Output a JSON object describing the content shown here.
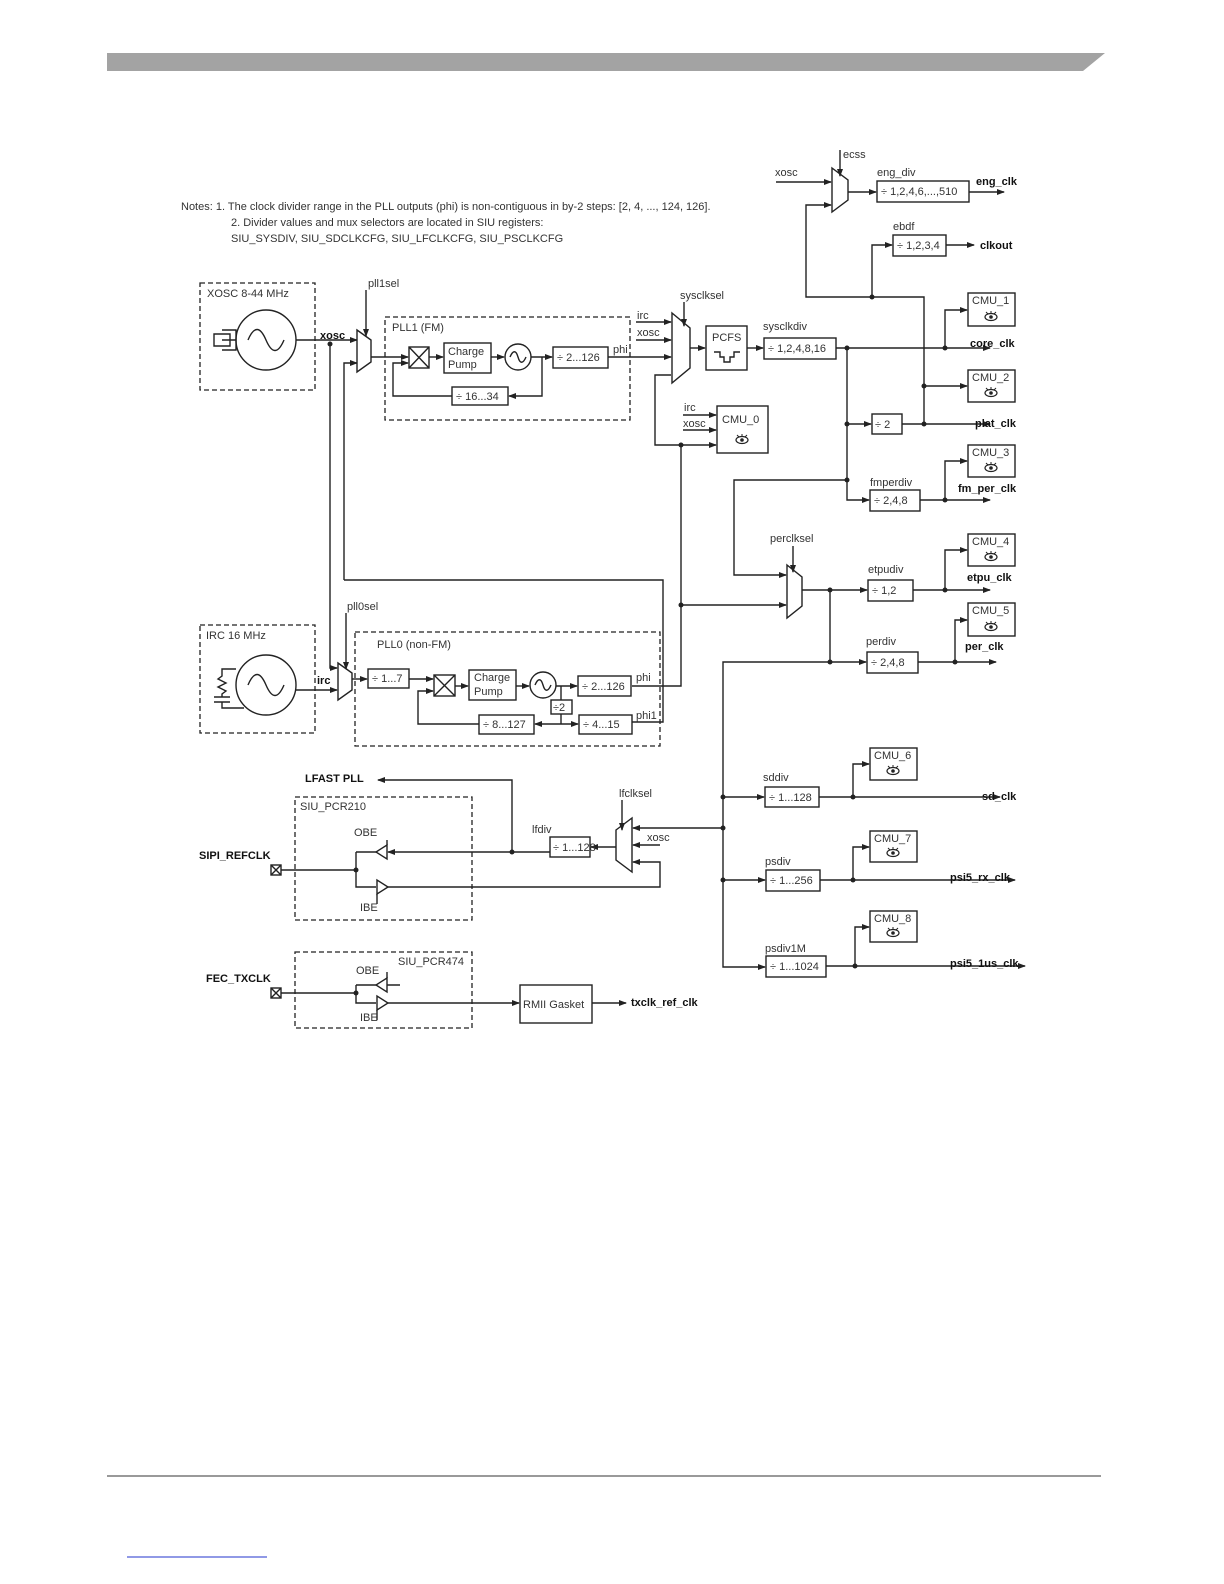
{
  "notes": {
    "line1": "Notes: 1. The clock divider range in the PLL outputs (phi) is non-contiguous in by-2 steps: [2, 4, ..., 124, 126].",
    "line2": "2. Divider values and mux selectors are located in SIU registers:",
    "line3": "SIU_SYSDIV, SIU_SDCLKCFG, SIU_LFCLKCFG, SIU_PSCLKCFG"
  },
  "sources": {
    "xosc_title": "XOSC 8-44 MHz",
    "irc_title": "IRC 16 MHz",
    "xosc": "xosc",
    "irc": "irc"
  },
  "pll1": {
    "title": "PLL1 (FM)",
    "sel": "pll1sel",
    "cp1": "Charge",
    "cp2": "Pump",
    "div": "÷ 2...126",
    "fb": "÷ 16...34",
    "phi": "phi"
  },
  "pll0": {
    "title": "PLL0 (non-FM)",
    "sel": "pll0sel",
    "pre": "÷ 1...7",
    "cp1": "Charge",
    "cp2": "Pump",
    "div": "÷ 2...126",
    "div2": "÷2",
    "fb": "÷ 8...127",
    "div1": "÷ 4...15",
    "phi": "phi",
    "phi1": "phi1"
  },
  "sys": {
    "sel": "sysclksel",
    "irc": "irc",
    "xosc": "xosc",
    "pcfs": "PCFS",
    "div_label": "sysclkdiv",
    "div": "÷ 1,2,4,8,16",
    "plat_div": "÷ 2",
    "fm_label": "fmperdiv",
    "fm_div": "÷ 2,4,8"
  },
  "eng": {
    "sel": "ecss",
    "xosc": "xosc",
    "div_label": "eng_div",
    "div": "÷ 1,2,4,6,...,510",
    "ebdf_label": "ebdf",
    "ebdf": "÷ 1,2,3,4"
  },
  "per": {
    "sel": "perclksel",
    "etpu_label": "etpudiv",
    "etpu_div": "÷ 1,2",
    "per_label": "perdiv",
    "per_div": "÷ 2,4,8",
    "sd_label": "sddiv",
    "sd_div": "÷ 1...128",
    "ps_label": "psdiv",
    "ps_div": "÷ 1...256",
    "ps1m_label": "psdiv1M",
    "ps1m_div": "÷ 1...1024"
  },
  "cmu": {
    "c0": "CMU_0",
    "c0_irc": "irc",
    "c0_xosc": "xosc",
    "c1": "CMU_1",
    "c2": "CMU_2",
    "c3": "CMU_3",
    "c4": "CMU_4",
    "c5": "CMU_5",
    "c6": "CMU_6",
    "c7": "CMU_7",
    "c8": "CMU_8"
  },
  "outputs": {
    "eng_clk": "eng_clk",
    "clkout": "clkout",
    "core_clk": "core_clk",
    "plat_clk": "plat_clk",
    "fm_per_clk": "fm_per_clk",
    "etpu_clk": "etpu_clk",
    "per_clk": "per_clk",
    "sd_clk": "sd_clk",
    "psi5_rx_clk": "psi5_rx_clk",
    "psi5_1us_clk": "psi5_1us_clk",
    "txclk_ref_clk": "txclk_ref_clk",
    "lfast_pll": "LFAST PLL"
  },
  "lfast": {
    "sel": "lfclksel",
    "xosc": "xosc",
    "div_label": "lfdiv",
    "div": "÷ 1...128"
  },
  "pads": {
    "sipi": "SIPI_REFCLK",
    "fec": "FEC_TXCLK",
    "pcr210": "SIU_PCR210",
    "pcr474": "SIU_PCR474",
    "obe": "OBE",
    "ibe": "IBE",
    "rmii": "RMII Gasket"
  }
}
